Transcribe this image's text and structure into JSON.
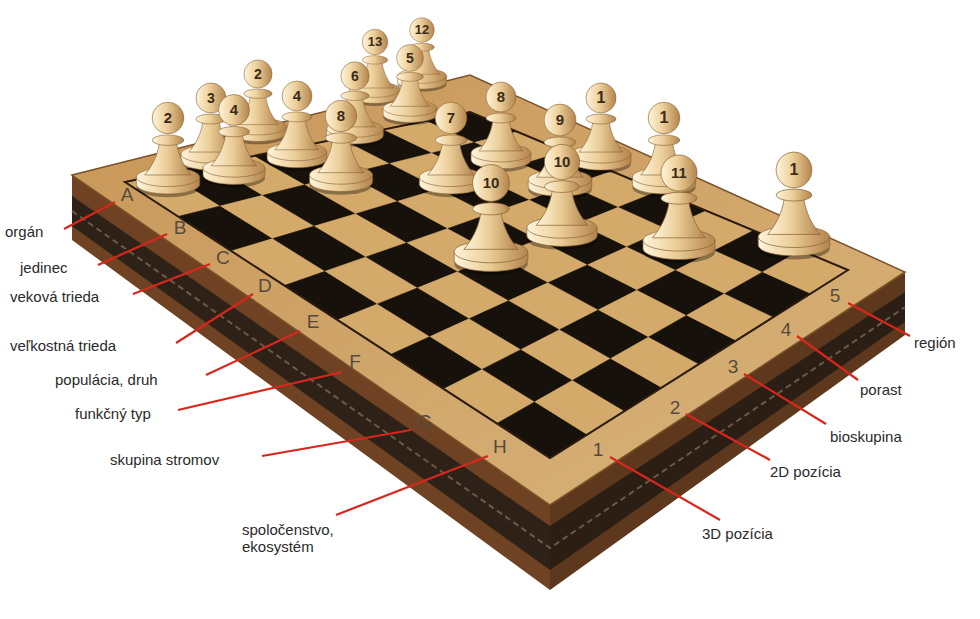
{
  "diagram": {
    "labels": [
      "13",
      "12",
      "5",
      "6",
      "2",
      "3",
      "2",
      "4",
      "4",
      "8",
      "8",
      "7",
      "1",
      "9",
      "1",
      "10",
      "10",
      "11",
      "1",
      "A",
      "B",
      "C",
      "D",
      "E",
      "F",
      "G",
      "H",
      "orgán",
      "jedinec",
      "veková trieda",
      "veľkostná trieda",
      "populácia, druh",
      "funkčný typ",
      "skupina stromov",
      "spoločenstvo, ekosystém",
      "1",
      "2",
      "3",
      "4",
      "5",
      "región",
      "porast",
      "bioskupina",
      "2D pozícia",
      "3D pozícia"
    ]
  }
}
